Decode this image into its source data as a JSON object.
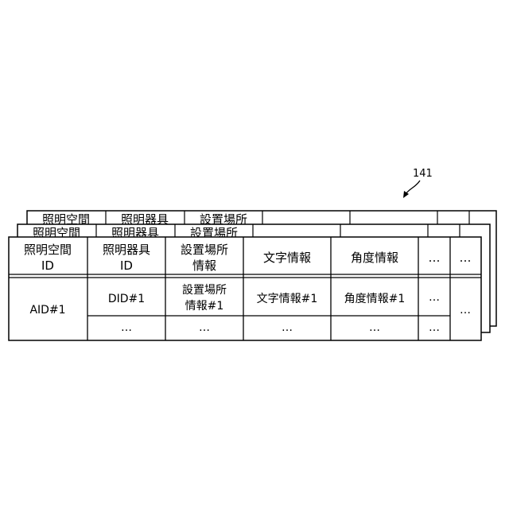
{
  "figure_ref": "141",
  "columns": [
    {
      "line1": "照明空間",
      "line2": "ID"
    },
    {
      "line1": "照明器具",
      "line2": "ID"
    },
    {
      "line1": "設置場所",
      "line2": "情報"
    },
    {
      "line1": "文字情報",
      "line2": ""
    },
    {
      "line1": "角度情報",
      "line2": ""
    },
    {
      "line1": "…",
      "line2": ""
    },
    {
      "line1": "…",
      "line2": ""
    }
  ],
  "row": {
    "space_id": "AID#1",
    "fixture_id": "DID#1",
    "location_line1": "設置場所",
    "location_line2": "情報#1",
    "text_info": "文字情報#1",
    "angle_info": "角度情報#1",
    "more": "…",
    "more_side": "…"
  },
  "continuation": "…",
  "back_sheet_headers": [
    "照明空間",
    "照明器具",
    "設置場所"
  ]
}
